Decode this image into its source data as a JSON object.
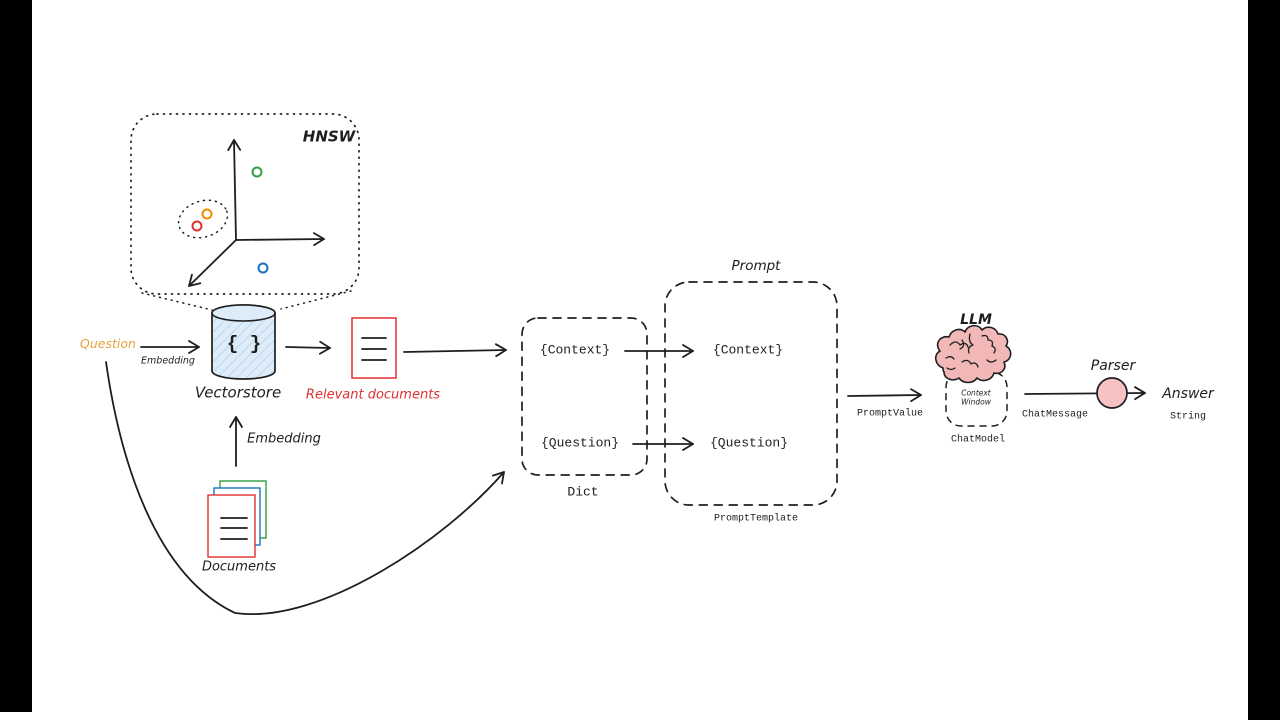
{
  "frame": {
    "background": "#ffffff",
    "side_bars": "#000000"
  },
  "palette": {
    "ink": "#1e1e1e",
    "question_orange": "#e8a33d",
    "red": "#e03131",
    "green": "#2f9e44",
    "blue": "#1971c2",
    "dot_orange": "#f08c00",
    "cylinder_fill": "#ddecf8",
    "cylinder_hatch": "#b9d8ec",
    "brain_pink": "#f2b8b8",
    "parser_pink": "#f6c2c2"
  },
  "hnsw": {
    "title": "HNSW",
    "points": [
      "green",
      "orange",
      "red",
      "blue"
    ]
  },
  "flow": {
    "question": "Question",
    "embedding_question": "Embedding",
    "vectorstore": {
      "symbol": "{ }",
      "label": "Vectorstore"
    },
    "relevant_documents": "Relevant documents",
    "dict": {
      "context": "{Context}",
      "question": "{Question}",
      "label": "Dict"
    },
    "prompt": {
      "title": "Prompt",
      "context": "{Context}",
      "question": "{Question}",
      "label": "PromptTemplate"
    },
    "prompt_value": "PromptValue",
    "llm": {
      "title": "LLM",
      "context_window_line1": "Context",
      "context_window_line2": "Window",
      "label": "ChatModel"
    },
    "chat_message": "ChatMessage",
    "parser": "Parser",
    "answer": {
      "title": "Answer",
      "label": "String"
    },
    "documents": {
      "label": "Documents"
    },
    "embedding_documents": "Embedding"
  }
}
